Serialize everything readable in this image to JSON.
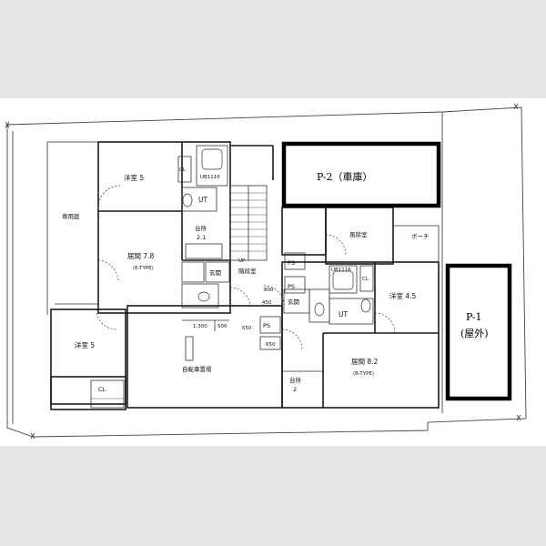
{
  "rooms": {
    "youshitsu_5_top": "洋室 5",
    "ub_top": "UB1116",
    "ut_top": "UT",
    "sennyouniwa": "専用庭",
    "daidokoro_1": "台所",
    "daidokoro_1_size": "2.1",
    "kyoma_1": "居間 7.8",
    "kyoma_1_type": "(E-TYPE)",
    "genkan_1": "玄関",
    "kaidanshitsu": "階段室",
    "up": "UP",
    "ps_1": "PS",
    "ps_2": "PS",
    "ps_3": "PS",
    "genkan_2": "玄関",
    "ub_right": "UB1116",
    "ut_right": "UT",
    "youshitsu_45": "洋室 4.5",
    "fuurogama": "風除室",
    "porch": "ポーチ",
    "youshitsu_5_left": "洋室 5",
    "cl": "CL",
    "jitenshaokiba": "自転車置場",
    "daidokoro_2": "台所",
    "daidokoro_2_size": "2",
    "kyoma_2": "居間 8.2",
    "kyoma_2_type": "(B-TYPE)",
    "cl_small": "CL"
  },
  "dimensions": {
    "d1300": "1,300",
    "d500": "500",
    "d550": "550",
    "d800": "800",
    "d450": "450",
    "d650": "650"
  },
  "parking": {
    "p2": "P-2（車庫）",
    "p1_line1": "P-1",
    "p1_line2": "(屋外)"
  }
}
